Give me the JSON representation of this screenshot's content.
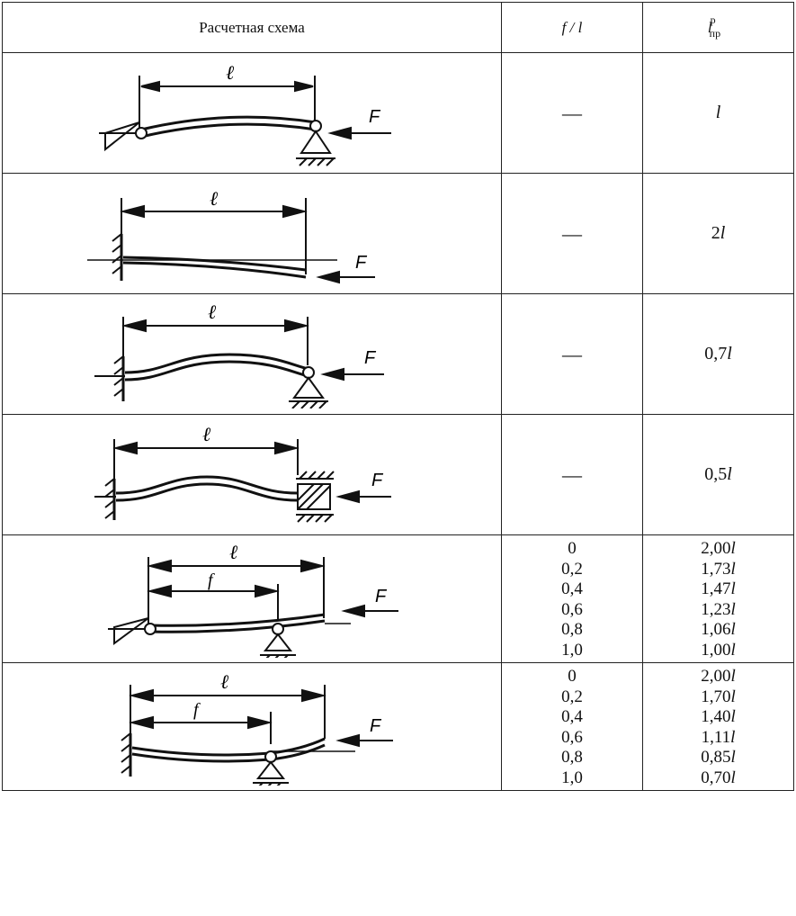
{
  "header": {
    "scheme": "Расчетная схема",
    "ratio": "f / l",
    "length_var": "l",
    "length_sup": "р",
    "length_sub": "пр"
  },
  "rows": [
    {
      "ratio": "—",
      "length_coef": "",
      "length_var": "l"
    },
    {
      "ratio": "—",
      "length_coef": "2",
      "length_var": "l"
    },
    {
      "ratio": "—",
      "length_coef": "0,7",
      "length_var": "l"
    },
    {
      "ratio": "—",
      "length_coef": "0,5",
      "length_var": "l"
    },
    {
      "ratios": [
        "0",
        "0,2",
        "0,4",
        "0,6",
        "0,8",
        "1,0"
      ],
      "lengths": [
        "2,00",
        "1,73",
        "1,47",
        "1,23",
        "1,06",
        "1,00"
      ],
      "length_var": "l"
    },
    {
      "ratios": [
        "0",
        "0,2",
        "0,4",
        "0,6",
        "0,8",
        "1,0"
      ],
      "lengths": [
        "2,00",
        "1,70",
        "1,40",
        "1,11",
        "0,85",
        "0,70"
      ],
      "length_var": "l"
    }
  ],
  "diagram_labels": {
    "span": "ℓ",
    "force": "F",
    "offset": "f"
  }
}
